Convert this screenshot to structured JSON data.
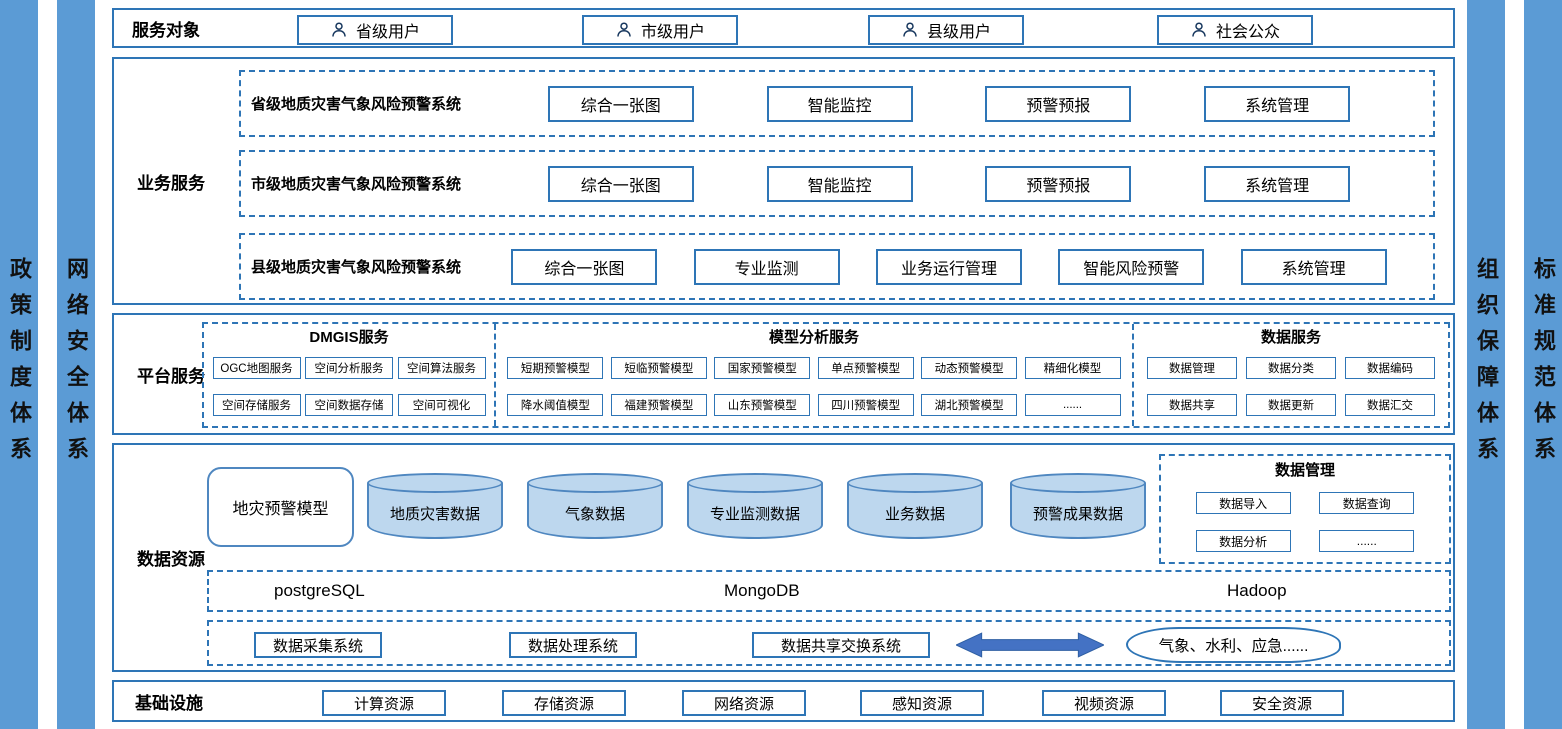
{
  "side_bars": {
    "left": [
      "政策制度体系",
      "网络安全体系"
    ],
    "right": [
      "组织保障体系",
      "标准规范体系"
    ]
  },
  "service_targets": {
    "title": "服务对象",
    "items": [
      "省级用户",
      "市级用户",
      "县级用户",
      "社会公众"
    ]
  },
  "business_services": {
    "title": "业务服务",
    "systems": [
      {
        "name": "省级地质灾害气象风险预警系统",
        "modules": [
          "综合一张图",
          "智能监控",
          "预警预报",
          "系统管理"
        ]
      },
      {
        "name": "市级地质灾害气象风险预警系统",
        "modules": [
          "综合一张图",
          "智能监控",
          "预警预报",
          "系统管理"
        ]
      },
      {
        "name": "县级地质灾害气象风险预警系统",
        "modules": [
          "综合一张图",
          "专业监测",
          "业务运行管理",
          "智能风险预警",
          "系统管理"
        ]
      }
    ]
  },
  "platform_services": {
    "title": "平台服务",
    "groups": [
      {
        "name": "DMGIS服务",
        "rows": [
          [
            "OGC地图服务",
            "空间分析服务",
            "空间算法服务"
          ],
          [
            "空间存储服务",
            "空间数据存储",
            "空间可视化"
          ]
        ]
      },
      {
        "name": "模型分析服务",
        "rows": [
          [
            "短期预警模型",
            "短临预警模型",
            "国家预警模型",
            "单点预警模型",
            "动态预警模型",
            "精细化模型"
          ],
          [
            "降水阈值模型",
            "福建预警模型",
            "山东预警模型",
            "四川预警模型",
            "湖北预警模型",
            "......"
          ]
        ]
      },
      {
        "name": "数据服务",
        "rows": [
          [
            "数据管理",
            "数据分类",
            "数据编码"
          ],
          [
            "数据共享",
            "数据更新",
            "数据汇交"
          ]
        ]
      }
    ]
  },
  "data_resources": {
    "title": "数据资源",
    "model_box": "地灾预警模型",
    "cylinders": [
      "地质灾害数据",
      "气象数据",
      "专业监测数据",
      "业务数据",
      "预警成果数据"
    ],
    "data_management": {
      "title": "数据管理",
      "items": [
        "数据导入",
        "数据查询",
        "数据分析",
        "......"
      ]
    },
    "databases": [
      "postgreSQL",
      "MongoDB",
      "Hadoop"
    ],
    "systems": [
      "数据采集系统",
      "数据处理系统",
      "数据共享交换系统"
    ],
    "external_link": "气象、水利、应急......"
  },
  "infrastructure": {
    "title": "基础设施",
    "items": [
      "计算资源",
      "存储资源",
      "网络资源",
      "感知资源",
      "视频资源",
      "安全资源"
    ]
  },
  "colors": {
    "border_blue": "#2E75B6",
    "sidebar_fill": "#5B9BD5",
    "cylinder_fill": "#BDD7EE",
    "arrow_fill": "#4472C4"
  }
}
